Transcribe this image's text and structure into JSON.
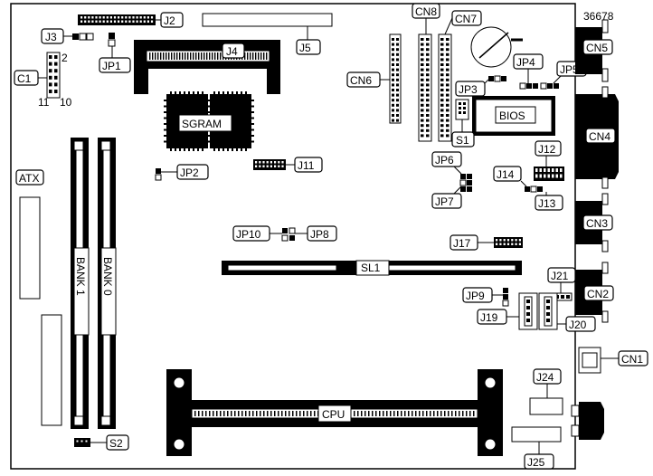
{
  "diagram": {
    "figure_number": "36678",
    "labels": {
      "j2": "J2",
      "j3": "J3",
      "jp1": "JP1",
      "j4": "J4",
      "j5": "J5",
      "c1": "C1",
      "c1_pin2": "2",
      "c1_pin11": "11",
      "c1_pin10": "10",
      "cn8": "CN8",
      "cn7": "CN7",
      "cn6": "CN6",
      "cn5": "CN5",
      "jp4": "JP4",
      "jp5": "JP5",
      "jp3": "JP3",
      "s1": "S1",
      "bios": "BIOS",
      "cn4": "CN4",
      "sgram": "SGRAM",
      "jp2": "JP2",
      "j11": "J11",
      "atx": "ATX",
      "bank1": "BANK 1",
      "bank0": "BANK 0",
      "jp6": "JP6",
      "jp7": "JP7",
      "j12": "J12",
      "j14": "J14",
      "j13": "J13",
      "cn3": "CN3",
      "jp10": "JP10",
      "jp8": "JP8",
      "j17": "J17",
      "sl1": "SL1",
      "j21": "J21",
      "cn2": "CN2",
      "jp9": "JP9",
      "j19": "J19",
      "j20": "J20",
      "cn1": "CN1",
      "j24": "J24",
      "cpu": "CPU",
      "s2": "S2",
      "j25": "J25"
    }
  }
}
